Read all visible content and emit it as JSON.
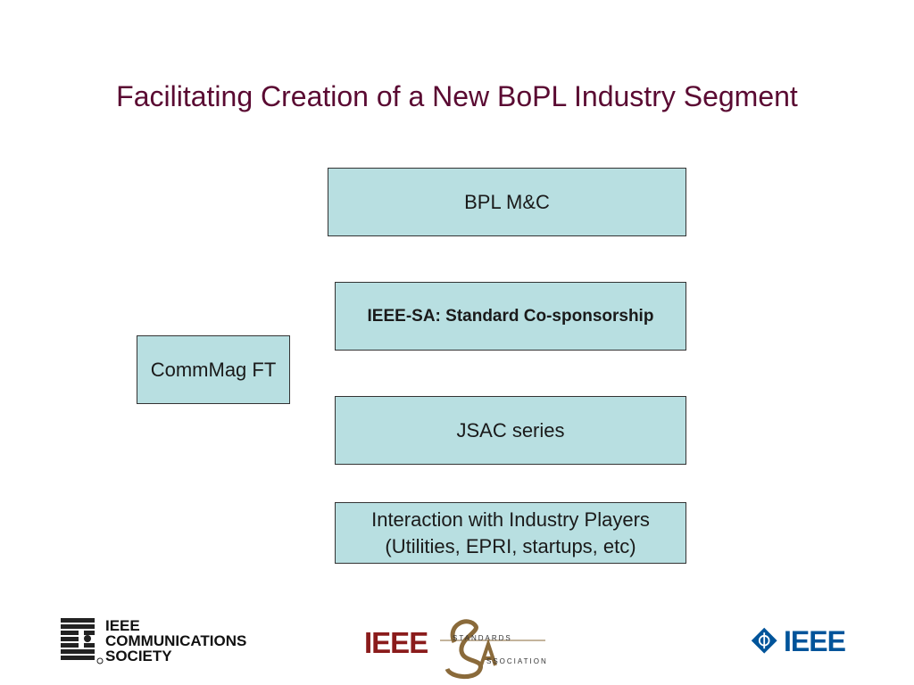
{
  "slide": {
    "title": "Facilitating Creation of a New BoPL Industry Segment"
  },
  "boxes": {
    "bpl": "BPL M&C",
    "ieee_sa": "IEEE-SA: Standard Co-sponsorship",
    "commmag": "CommMag FT",
    "jsac": "JSAC series",
    "interaction": "Interaction with Industry Players\n(Utilities, EPRI, startups, etc)"
  },
  "logos": {
    "comsoc_line1": "IEEE",
    "comsoc_line2": "COMMUNICATIONS",
    "comsoc_line3": "SOCIETY",
    "sa_ieee": "IEEE",
    "sa_standards": "STANDARDS",
    "sa_association": "SSOCIATION",
    "ieee": "IEEE"
  },
  "colors": {
    "title": "#5a0a32",
    "box_fill": "#b8dfe1",
    "ieee_blue": "#00549a",
    "sa_red": "#8a1b1b"
  }
}
